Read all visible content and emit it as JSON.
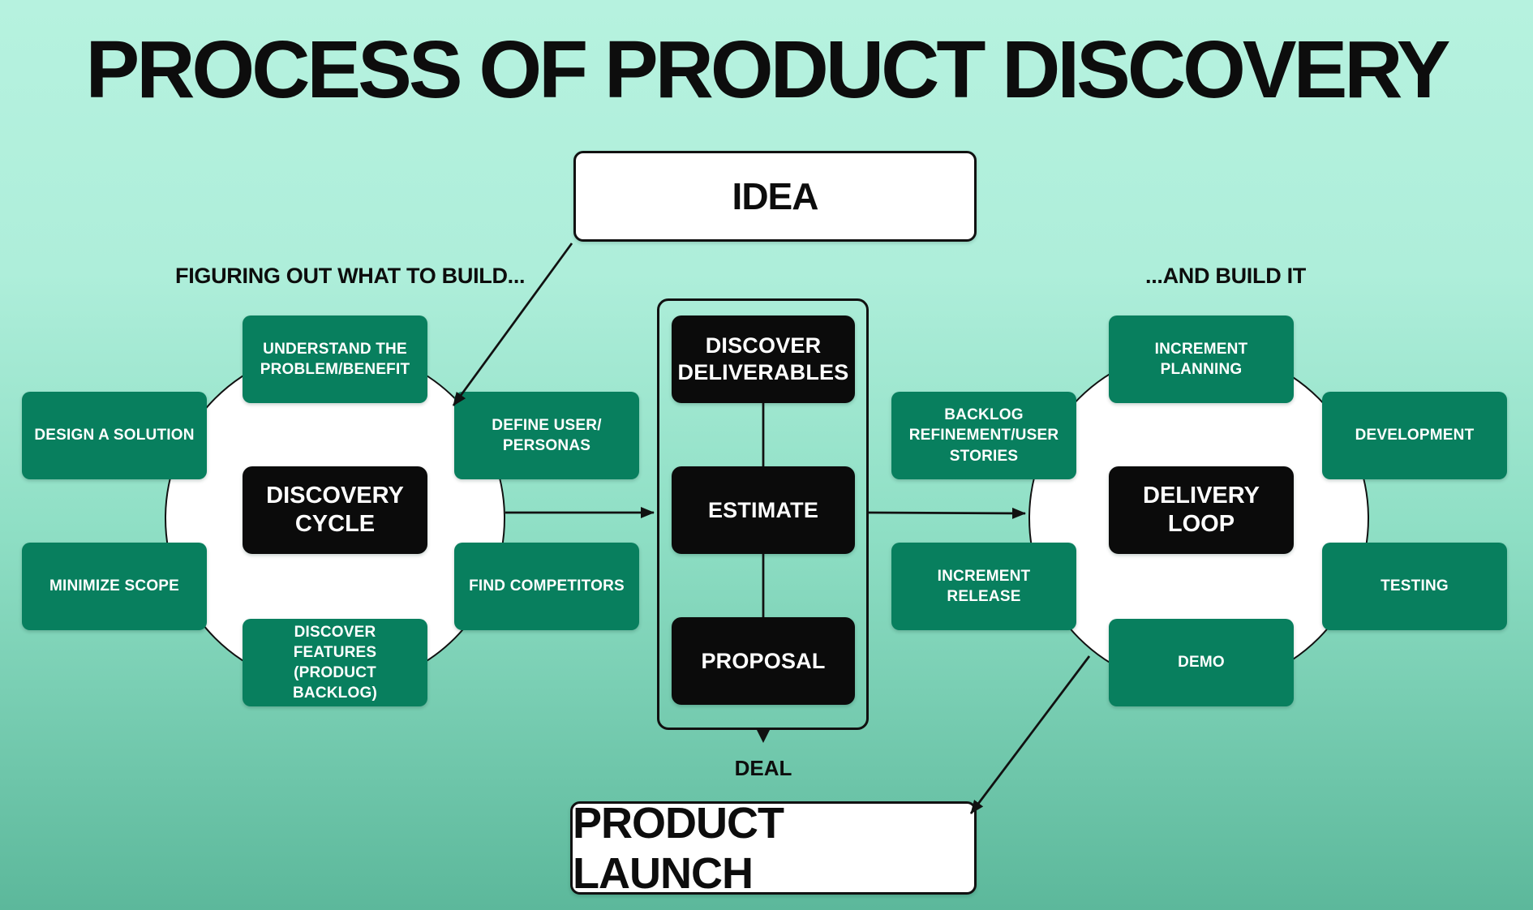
{
  "title": "PROCESS OF PRODUCT DISCOVERY",
  "idea_label": "IDEA",
  "launch_label": "PRODUCT LAUNCH",
  "colors": {
    "green": "#087f5e",
    "ink": "#0b0b0b",
    "bg-top": "#b6f2df",
    "bg-bottom": "#5cb89b",
    "box-white": "#ffffff"
  },
  "left_section": {
    "label": "FIGURING OUT WHAT TO BUILD...",
    "center_label": "DISCOVERY CYCLE",
    "nodes": [
      {
        "label": "UNDERSTAND THE PROBLEM/BENEFIT"
      },
      {
        "label": "DESIGN A SOLUTION"
      },
      {
        "label": "DEFINE USER/ PERSONAS"
      },
      {
        "label": "MINIMIZE SCOPE"
      },
      {
        "label": "FIND COMPETITORS"
      },
      {
        "label": "DISCOVER FEATURES (PRODUCT BACKLOG)"
      }
    ]
  },
  "pipeline": {
    "steps": [
      "DISCOVER DELIVERABLES",
      "ESTIMATE",
      "PROPOSAL"
    ],
    "output_label": "DEAL"
  },
  "right_section": {
    "label": "...AND BUILD IT",
    "center_label": "DELIVERY LOOP",
    "nodes": [
      {
        "label": "INCREMENT PLANNING"
      },
      {
        "label": "BACKLOG REFINEMENT/USER STORIES"
      },
      {
        "label": "DEVELOPMENT"
      },
      {
        "label": "INCREMENT RELEASE"
      },
      {
        "label": "TESTING"
      },
      {
        "label": "DEMO"
      }
    ]
  },
  "connections": [
    {
      "from": "IDEA",
      "to": "DISCOVERY CYCLE"
    },
    {
      "from": "DISCOVERY CYCLE",
      "to": "ESTIMATE"
    },
    {
      "from": "ESTIMATE",
      "to": "DELIVERY LOOP"
    },
    {
      "from": "PROPOSAL",
      "to": "DEAL"
    },
    {
      "from": "DELIVERY LOOP",
      "to": "PRODUCT LAUNCH"
    }
  ]
}
